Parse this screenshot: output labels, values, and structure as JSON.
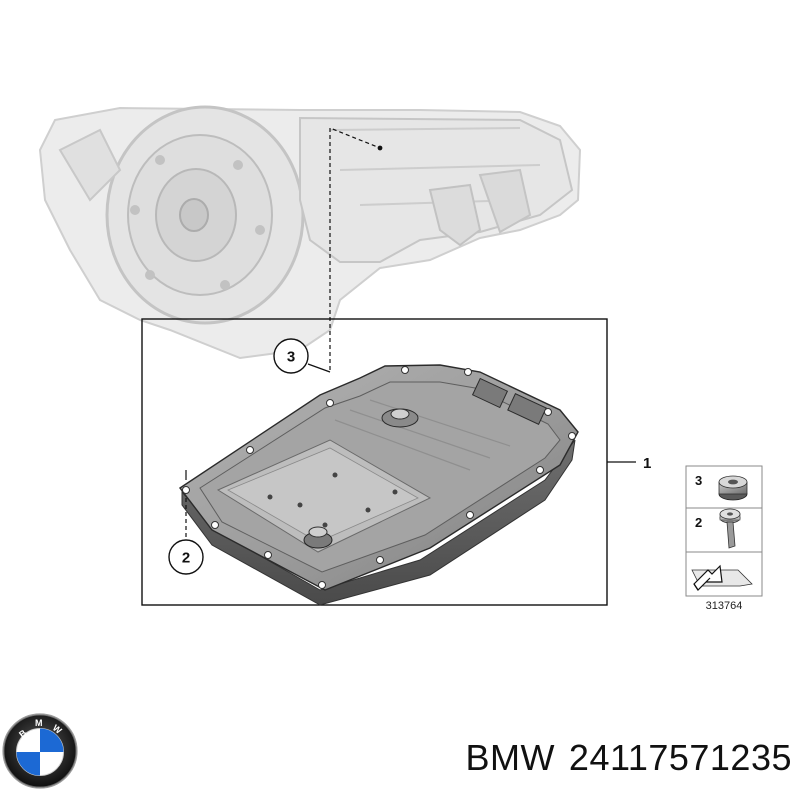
{
  "callouts": {
    "main_assembly": "1",
    "screw": "2",
    "plug": "3"
  },
  "legend": {
    "items": [
      {
        "number": "3",
        "part_icon": "plug-icon"
      },
      {
        "number": "2",
        "part_icon": "screw-icon"
      }
    ],
    "arrow_icon": "mounting-arrow-icon"
  },
  "diagram_ref": "313764",
  "footer": {
    "brand": "BMW",
    "part_number": "24117571235"
  },
  "colors": {
    "line": "#111111",
    "ghost_transmission": "#d6d6d6",
    "pan_metal": "#8c8c8c",
    "bmw_blue": "#1c69d4"
  }
}
